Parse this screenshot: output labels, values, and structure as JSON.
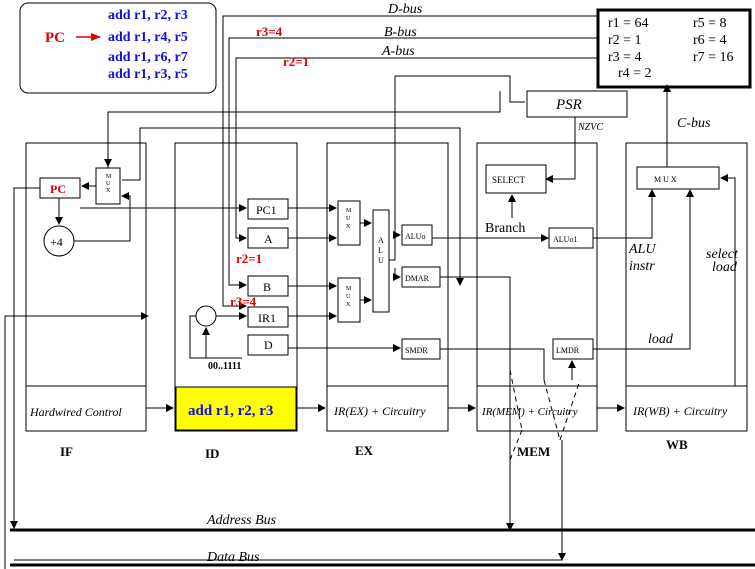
{
  "program": {
    "pc_label": "PC",
    "instructions": [
      "add r1, r2, r3",
      "add r1, r4, r5",
      "add r1, r6, r7",
      "add r1, r3, r5"
    ],
    "pc_points_to": 1
  },
  "registers": [
    "r1 = 64",
    "r2 = 1",
    "r3 = 4",
    "r4 = 2",
    "r5 = 8",
    "r6 = 4",
    "r7 = 16"
  ],
  "buses": {
    "d_bus": "D-bus",
    "b_bus": "B-bus",
    "a_bus": "A-bus",
    "c_bus": "C-bus",
    "address_bus": "Address Bus",
    "data_bus": "Data Bus"
  },
  "bus_annotations": {
    "r3_on_bbus": "r3=4",
    "r2_on_abus": "r2=1"
  },
  "psr": {
    "label": "PSR",
    "flags": "NZVC"
  },
  "stages": {
    "if": {
      "name": "IF",
      "control": "Hardwired Control",
      "pc": "PC",
      "mux": "M U X",
      "adder": "+4"
    },
    "id": {
      "name": "ID",
      "ir": "add r1, r2, r3",
      "pc1": "PC1",
      "a": "A",
      "b": "B",
      "ir1": "IR1",
      "d": "D",
      "a_value": "r2=1",
      "b_value": "r3=4",
      "immediate": "00..1111"
    },
    "ex": {
      "name": "EX",
      "control": "IR(EX) + Circuitry",
      "mux1": "M U X",
      "mux2": "M U X",
      "alu": "A L U",
      "aluo": "ALUo",
      "dmar": "DMAR",
      "smdr": "SMDR"
    },
    "mem": {
      "name": "MEM",
      "control": "IR(MEM) + Circuitry",
      "select": "SELECT",
      "branch": "Branch",
      "aluo1": "ALUo1",
      "lmdr": "LMDR"
    },
    "wb": {
      "name": "WB",
      "control": "IR(WB) + Circuitry",
      "mux": "M U X",
      "alu_instr": "ALU instr",
      "select_load": "select load",
      "load": "load"
    }
  },
  "colors": {
    "ir_highlight": "#ffff00",
    "instruction_blue": "#1010d8",
    "annotation_red": "#e00000"
  }
}
